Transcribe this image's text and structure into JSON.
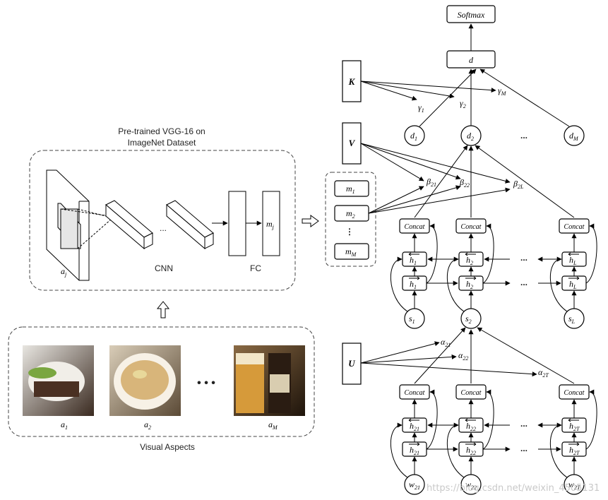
{
  "pretrained_label": [
    "Pre-trained VGG-16 on",
    "ImageNet Dataset"
  ],
  "cnn_label": "CNN",
  "fc_label": "FC",
  "ellipsis": "...",
  "bullet_ellipsis": "• • •",
  "visual_aspects_label": "Visual Aspects",
  "image_a": "a",
  "image_m": "m",
  "softmax": "Softmax",
  "d": "d",
  "K": "K",
  "V": "V",
  "U": "U",
  "concat": "Concat",
  "memory_sub": [
    "1",
    "2",
    "M"
  ],
  "image_sub": [
    "1",
    "2",
    "M"
  ],
  "aj_sub": "j",
  "mj_sub": "j",
  "gamma": "γ",
  "beta": "β",
  "alpha": "α",
  "gamma_sub": [
    "1",
    "2",
    "M"
  ],
  "beta_sub": [
    "21",
    "22",
    "2L"
  ],
  "alpha_sub": [
    "21",
    "22",
    "2T"
  ],
  "d_sub": [
    "1",
    "2",
    "M"
  ],
  "s_sub": [
    "1",
    "2",
    "L"
  ],
  "h_sub": [
    "1",
    "2",
    "L"
  ],
  "w_sub": [
    "21",
    "22",
    "2T"
  ],
  "hw_sub": [
    "21",
    "22",
    "2T"
  ],
  "watermark": "https://blog.csdn.net/weixin_4505131"
}
